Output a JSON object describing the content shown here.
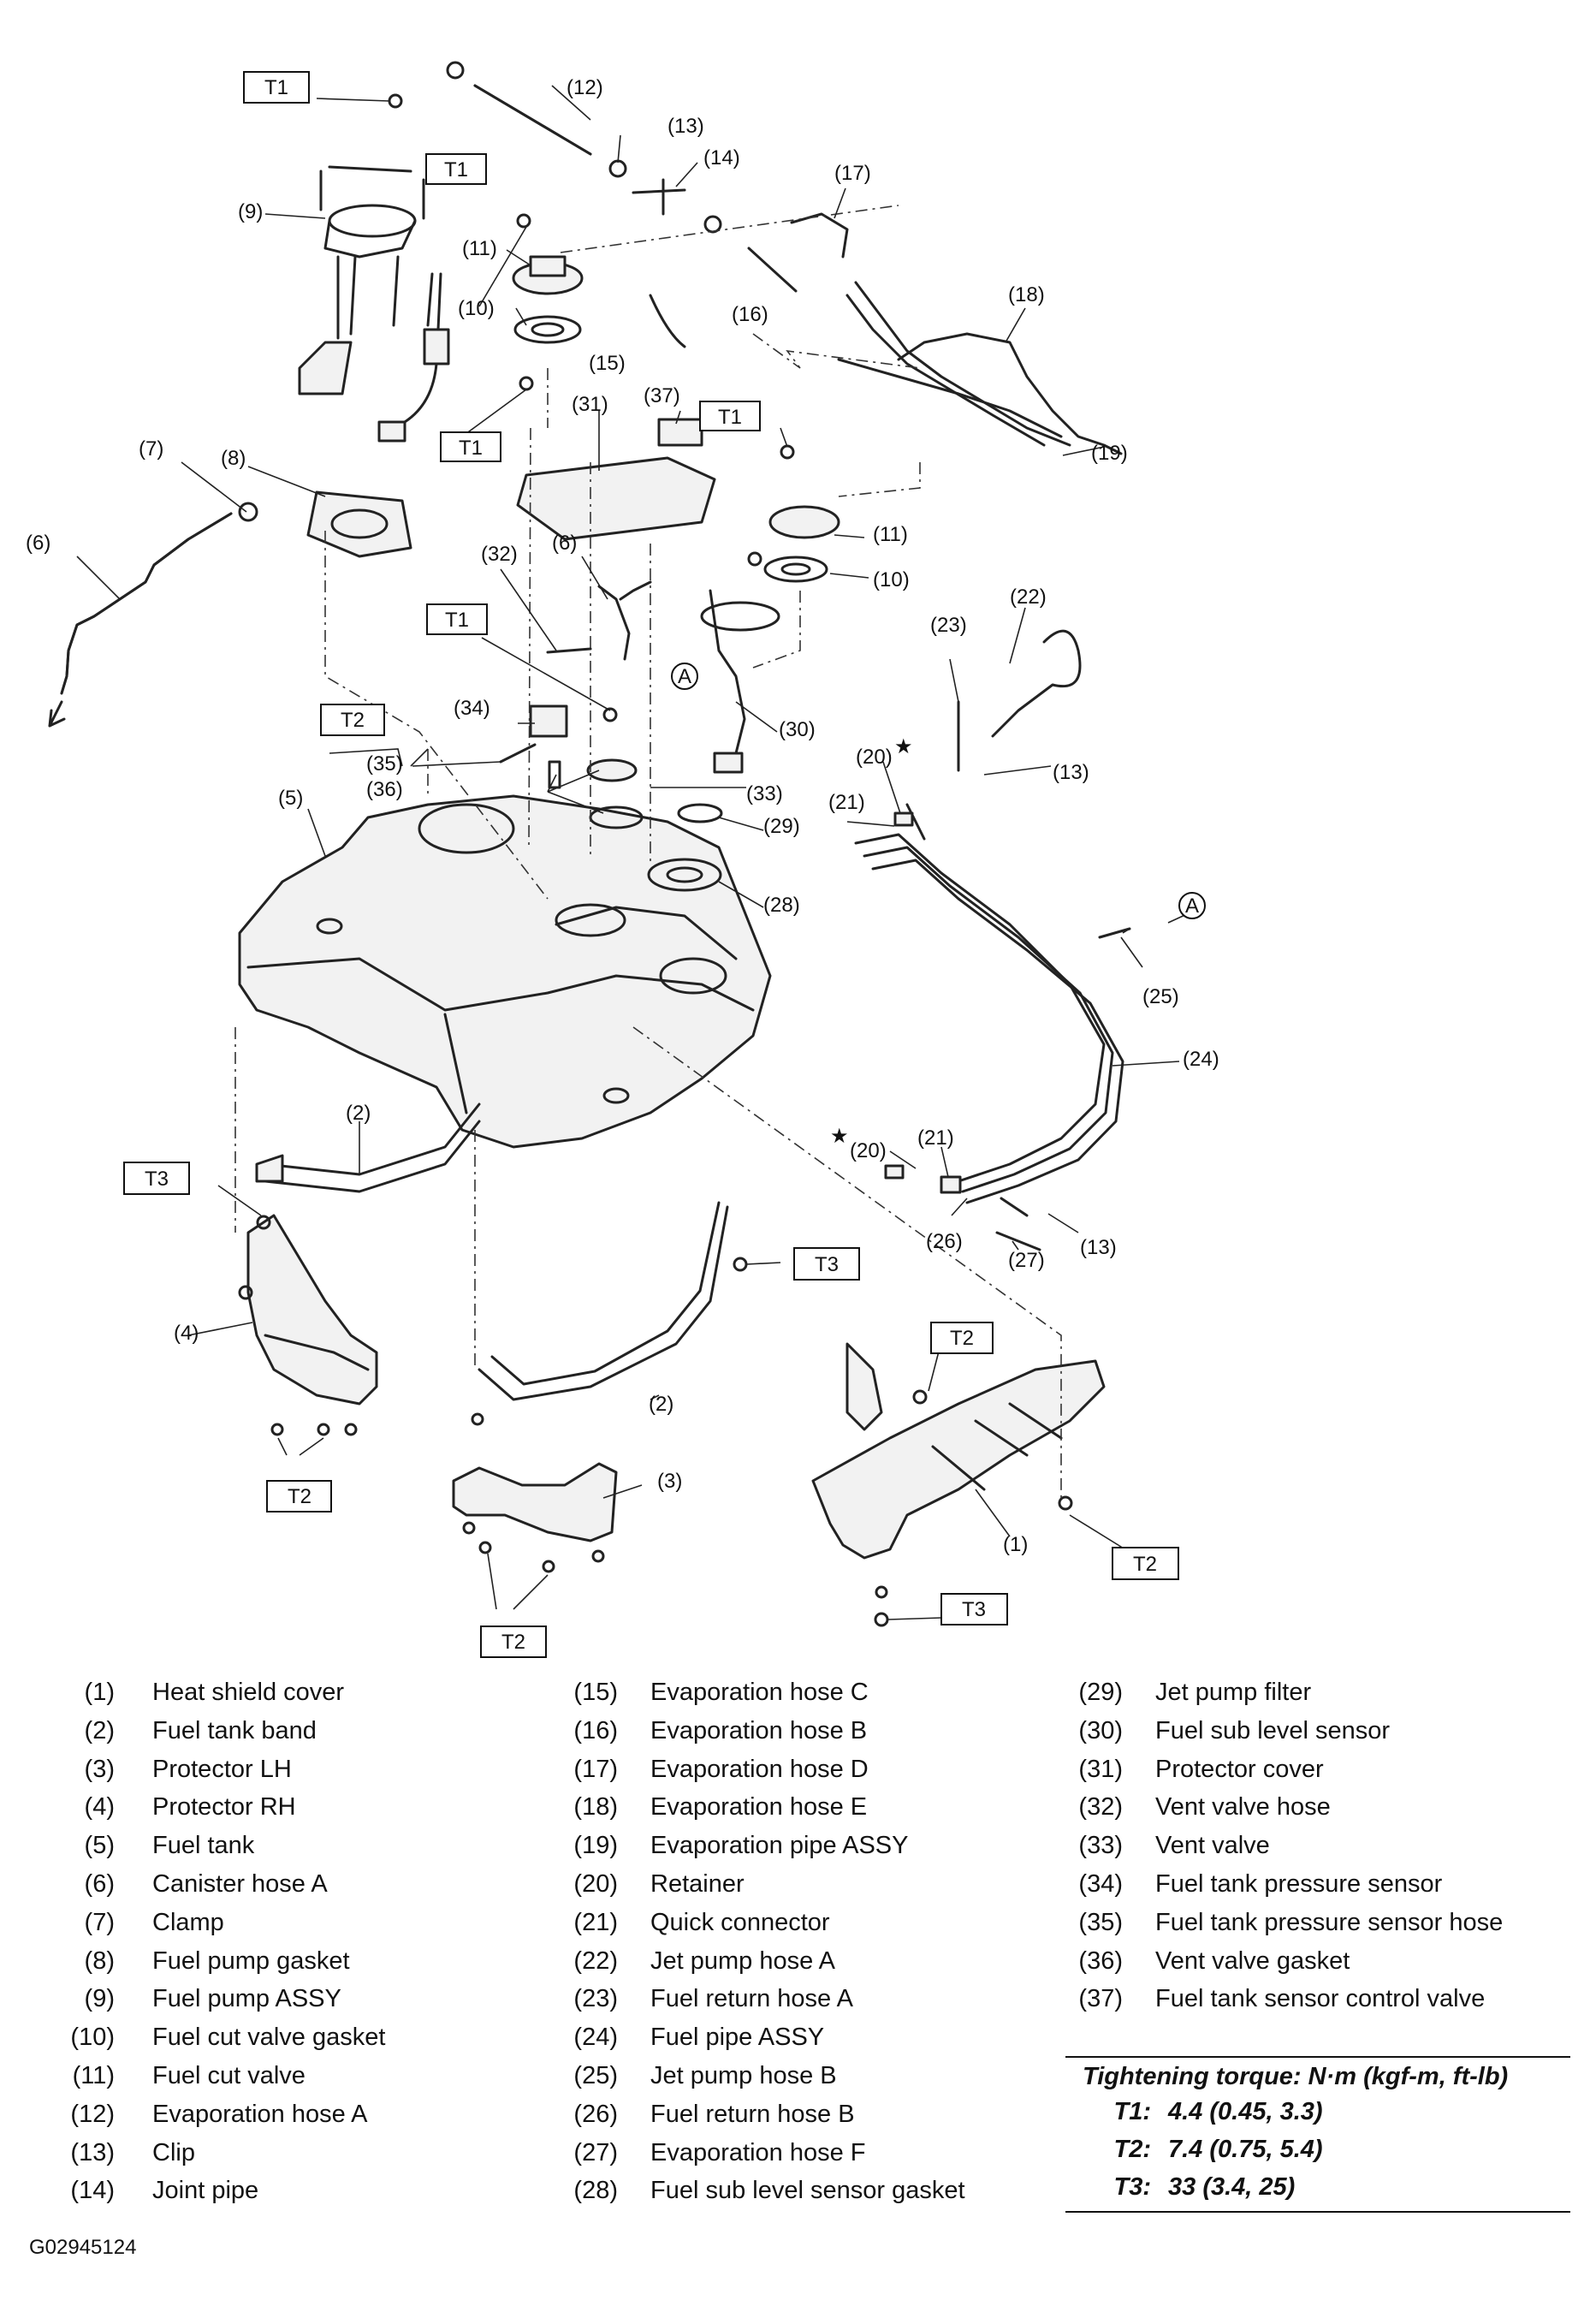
{
  "figure_id": "G02945124",
  "callouts": [
    {
      "part": "1",
      "text": "(1)"
    },
    {
      "part": "2",
      "text": "(2)"
    },
    {
      "part": "2b",
      "text": "(2)"
    },
    {
      "part": "3",
      "text": "(3)"
    },
    {
      "part": "4",
      "text": "(4)"
    },
    {
      "part": "5",
      "text": "(5)"
    },
    {
      "part": "6",
      "text": "(6)"
    },
    {
      "part": "6b",
      "text": "(6)"
    },
    {
      "part": "7",
      "text": "(7)"
    },
    {
      "part": "8",
      "text": "(8)"
    },
    {
      "part": "9",
      "text": "(9)"
    },
    {
      "part": "10",
      "text": "(10)"
    },
    {
      "part": "10b",
      "text": "(10)"
    },
    {
      "part": "11",
      "text": "(11)"
    },
    {
      "part": "11b",
      "text": "(11)"
    },
    {
      "part": "12",
      "text": "(12)"
    },
    {
      "part": "13",
      "text": "(13)"
    },
    {
      "part": "13b",
      "text": "(13)"
    },
    {
      "part": "13c",
      "text": "(13)"
    },
    {
      "part": "14",
      "text": "(14)"
    },
    {
      "part": "15",
      "text": "(15)"
    },
    {
      "part": "16",
      "text": "(16)"
    },
    {
      "part": "17",
      "text": "(17)"
    },
    {
      "part": "18",
      "text": "(18)"
    },
    {
      "part": "19",
      "text": "(19)"
    },
    {
      "part": "20",
      "text": "(20)"
    },
    {
      "part": "20b",
      "text": "(20)"
    },
    {
      "part": "21",
      "text": "(21)"
    },
    {
      "part": "21b",
      "text": "(21)"
    },
    {
      "part": "22",
      "text": "(22)"
    },
    {
      "part": "23",
      "text": "(23)"
    },
    {
      "part": "24",
      "text": "(24)"
    },
    {
      "part": "25",
      "text": "(25)"
    },
    {
      "part": "26",
      "text": "(26)"
    },
    {
      "part": "27",
      "text": "(27)"
    },
    {
      "part": "28",
      "text": "(28)"
    },
    {
      "part": "29",
      "text": "(29)"
    },
    {
      "part": "30",
      "text": "(30)"
    },
    {
      "part": "31",
      "text": "(31)"
    },
    {
      "part": "32",
      "text": "(32)"
    },
    {
      "part": "33",
      "text": "(33)"
    },
    {
      "part": "34",
      "text": "(34)"
    },
    {
      "part": "35",
      "text": "(35)"
    },
    {
      "part": "36",
      "text": "(36)"
    },
    {
      "part": "37",
      "text": "(37)"
    }
  ],
  "connector_marks": [
    "A",
    "A"
  ],
  "star_marks": [
    "★",
    "★"
  ],
  "torque_tags": [
    "T1",
    "T1",
    "T1",
    "T1",
    "T1",
    "T2",
    "T2",
    "T2",
    "T2",
    "T2",
    "T3",
    "T3"
  ],
  "legend": {
    "col1": [
      {
        "num": "(1)",
        "name": "Heat shield cover"
      },
      {
        "num": "(2)",
        "name": "Fuel tank band"
      },
      {
        "num": "(3)",
        "name": "Protector LH"
      },
      {
        "num": "(4)",
        "name": "Protector RH"
      },
      {
        "num": "(5)",
        "name": "Fuel tank"
      },
      {
        "num": "(6)",
        "name": "Canister hose A"
      },
      {
        "num": "(7)",
        "name": "Clamp"
      },
      {
        "num": "(8)",
        "name": "Fuel pump gasket"
      },
      {
        "num": "(9)",
        "name": "Fuel pump ASSY"
      },
      {
        "num": "(10)",
        "name": "Fuel cut valve gasket"
      },
      {
        "num": "(11)",
        "name": "Fuel cut valve"
      },
      {
        "num": "(12)",
        "name": "Evaporation hose A"
      },
      {
        "num": "(13)",
        "name": "Clip"
      },
      {
        "num": "(14)",
        "name": "Joint pipe"
      }
    ],
    "col2": [
      {
        "num": "(15)",
        "name": "Evaporation hose C"
      },
      {
        "num": "(16)",
        "name": "Evaporation hose B"
      },
      {
        "num": "(17)",
        "name": "Evaporation hose D"
      },
      {
        "num": "(18)",
        "name": "Evaporation hose E"
      },
      {
        "num": "(19)",
        "name": "Evaporation pipe ASSY"
      },
      {
        "num": "(20)",
        "name": "Retainer"
      },
      {
        "num": "(21)",
        "name": "Quick connector"
      },
      {
        "num": "(22)",
        "name": "Jet pump hose A"
      },
      {
        "num": "(23)",
        "name": "Fuel return hose A"
      },
      {
        "num": "(24)",
        "name": "Fuel pipe ASSY"
      },
      {
        "num": "(25)",
        "name": "Jet pump hose B"
      },
      {
        "num": "(26)",
        "name": "Fuel return hose B"
      },
      {
        "num": "(27)",
        "name": "Evaporation hose F"
      },
      {
        "num": "(28)",
        "name": "Fuel sub level sensor gasket"
      }
    ],
    "col3": [
      {
        "num": "(29)",
        "name": "Jet pump filter"
      },
      {
        "num": "(30)",
        "name": "Fuel sub level sensor"
      },
      {
        "num": "(31)",
        "name": "Protector cover"
      },
      {
        "num": "(32)",
        "name": "Vent valve hose"
      },
      {
        "num": "(33)",
        "name": "Vent valve"
      },
      {
        "num": "(34)",
        "name": "Fuel tank pressure sensor"
      },
      {
        "num": "(35)",
        "name": "Fuel tank pressure sensor hose"
      },
      {
        "num": "(36)",
        "name": "Vent valve gasket"
      },
      {
        "num": "(37)",
        "name": "Fuel tank sensor control valve"
      }
    ]
  },
  "torque": {
    "title": "Tightening torque: N·m (kgf-m, ft-lb)",
    "rows": [
      {
        "id": "T1:",
        "value": "4.4 (0.45, 3.3)"
      },
      {
        "id": "T2:",
        "value": "7.4 (0.75, 5.4)"
      },
      {
        "id": "T3:",
        "value": "33 (3.4, 25)"
      }
    ]
  }
}
